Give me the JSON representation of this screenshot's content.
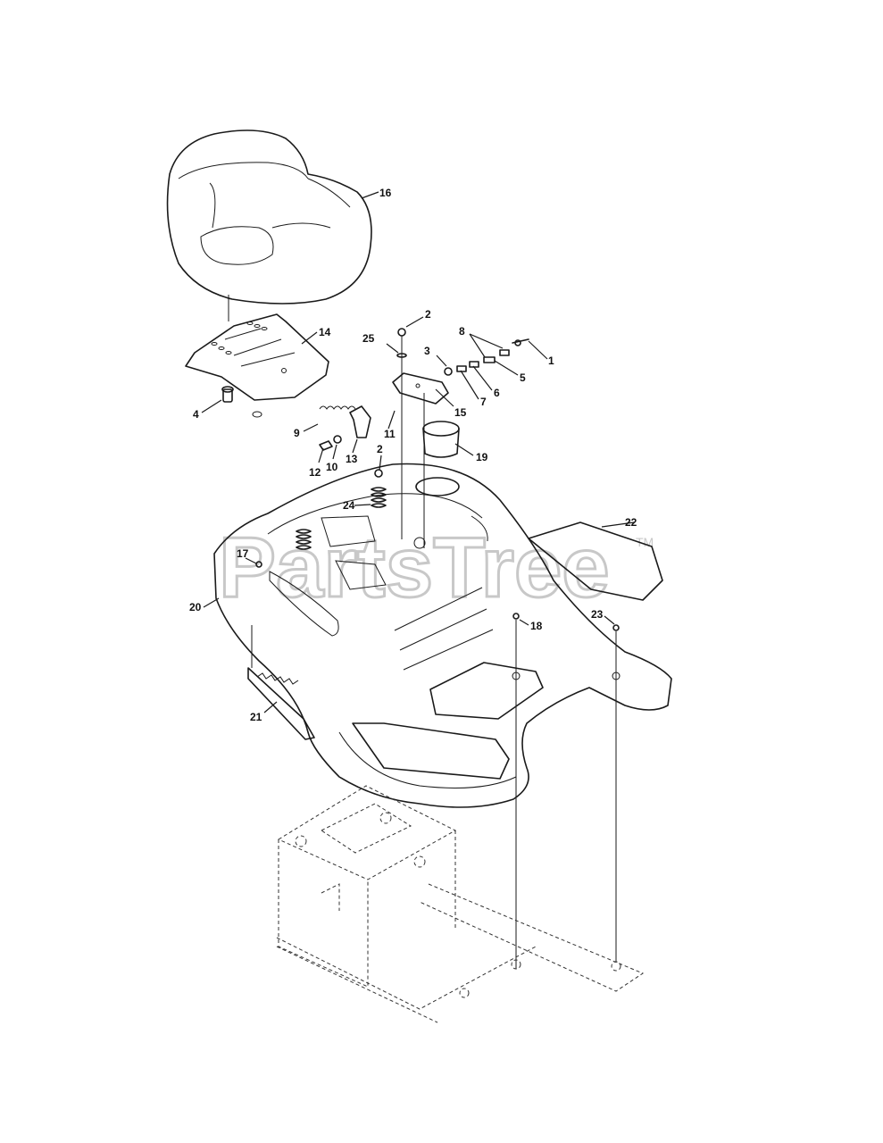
{
  "watermark": {
    "text": "PartsTree",
    "tm": "TM"
  },
  "callouts": [
    {
      "id": "c1",
      "label": "1"
    },
    {
      "id": "c2a",
      "label": "2"
    },
    {
      "id": "c2b",
      "label": "2"
    },
    {
      "id": "c3",
      "label": "3"
    },
    {
      "id": "c4",
      "label": "4"
    },
    {
      "id": "c5",
      "label": "5"
    },
    {
      "id": "c6",
      "label": "6"
    },
    {
      "id": "c7",
      "label": "7"
    },
    {
      "id": "c8",
      "label": "8"
    },
    {
      "id": "c9",
      "label": "9"
    },
    {
      "id": "c10",
      "label": "10"
    },
    {
      "id": "c11",
      "label": "11"
    },
    {
      "id": "c12",
      "label": "12"
    },
    {
      "id": "c13",
      "label": "13"
    },
    {
      "id": "c14",
      "label": "14"
    },
    {
      "id": "c15",
      "label": "15"
    },
    {
      "id": "c16",
      "label": "16"
    },
    {
      "id": "c17",
      "label": "17"
    },
    {
      "id": "c18",
      "label": "18"
    },
    {
      "id": "c19",
      "label": "19"
    },
    {
      "id": "c20",
      "label": "20"
    },
    {
      "id": "c21",
      "label": "21"
    },
    {
      "id": "c22",
      "label": "22"
    },
    {
      "id": "c23",
      "label": "23"
    },
    {
      "id": "c24",
      "label": "24"
    },
    {
      "id": "c25",
      "label": "25"
    }
  ]
}
